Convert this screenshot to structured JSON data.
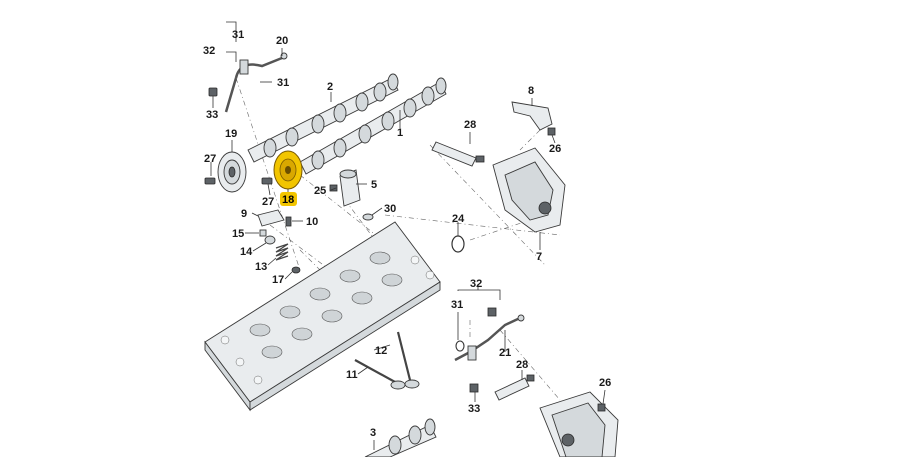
{
  "diagram": {
    "callouts": {
      "c1": "1",
      "c2": "2",
      "c3": "3",
      "c5": "5",
      "c7": "7",
      "c8": "8",
      "c9": "9",
      "c10": "10",
      "c11": "11",
      "c12": "12",
      "c13": "13",
      "c14": "14",
      "c15": "15",
      "c17": "17",
      "c18": "18",
      "c19": "19",
      "c20": "20",
      "c21": "21",
      "c24": "24",
      "c25": "25",
      "c26a": "26",
      "c26b": "26",
      "c27a": "27",
      "c27b": "27",
      "c28a": "28",
      "c28b": "28",
      "c30": "30",
      "c31a": "31",
      "c31b": "31",
      "c31c": "31",
      "c32a": "32",
      "c32b": "32",
      "c33a": "33",
      "c33b": "33"
    },
    "highlight_color": "#f2c500",
    "highlighted_part": "18"
  }
}
